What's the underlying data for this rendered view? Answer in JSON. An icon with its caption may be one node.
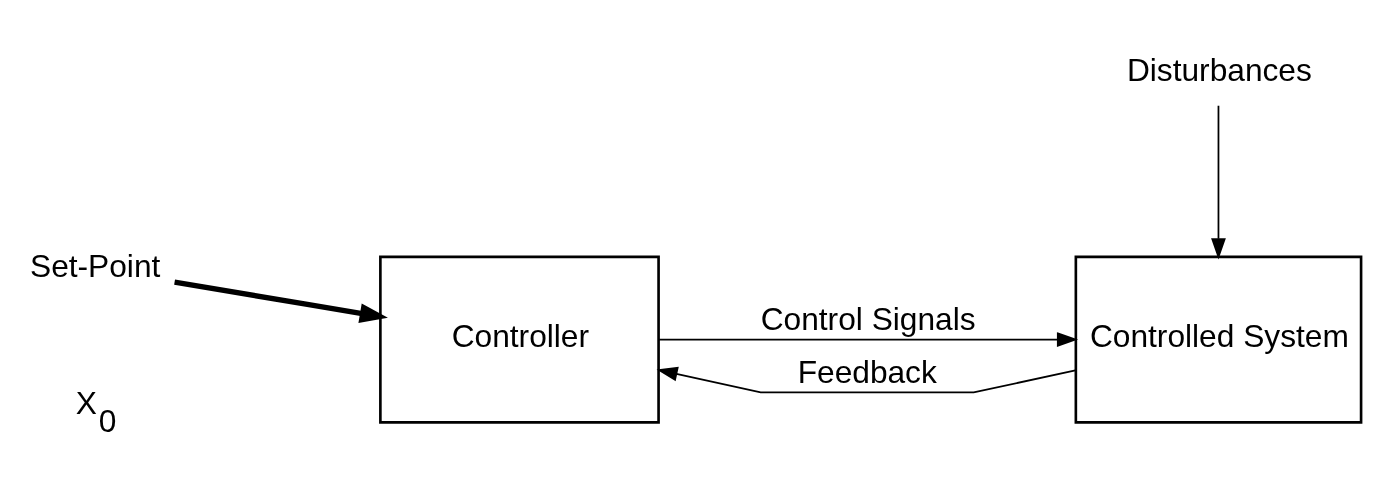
{
  "diagram": {
    "nodes": [
      {
        "text": [
          "Set-Point"
        ]
      },
      {
        "text": [
          "Controller"
        ]
      },
      {
        "text": [
          "Disturbances"
        ]
      },
      {
        "text": [
          "Controlled System"
        ]
      }
    ],
    "edges": [
      {
        "from": 0,
        "to": 1,
        "arrow": "to",
        "style": "thick"
      },
      {
        "from": 1,
        "to": 3,
        "arrow": "to",
        "label": "Control Signals"
      },
      {
        "from": 2,
        "to": 3,
        "arrow": "to"
      },
      {
        "from": 3,
        "to": 1,
        "arrow": "to",
        "label": "Feedback"
      }
    ],
    "labels": [
      "X$_{0}$"
    ]
  }
}
